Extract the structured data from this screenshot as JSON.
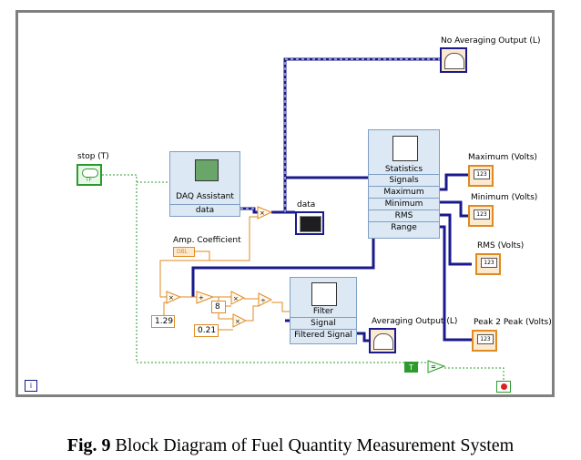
{
  "caption": {
    "prefix": "Fig. 9",
    "text": "Block Diagram of Fuel Quantity Measurement System"
  },
  "stop": {
    "label": "stop (T)",
    "value": "TF"
  },
  "daq": {
    "title": "DAQ Assistant",
    "output": "data"
  },
  "amp": {
    "label": "Amp. Coefficient",
    "type": "DBL"
  },
  "constants": {
    "c129": "1.29",
    "c8": "8",
    "c021": "0.21"
  },
  "graph": {
    "label": "data"
  },
  "statistics": {
    "title": "Statistics",
    "rows": [
      "Signals",
      "Maximum",
      "Minimum",
      "RMS",
      "Range"
    ]
  },
  "filter": {
    "title": "Filter",
    "rows": [
      "Signal",
      "Filtered Signal"
    ]
  },
  "indicators": {
    "no_avg": "No Averaging Output (L)",
    "avg": "Averaging Output (L)",
    "max": "Maximum (Volts)",
    "min": "Minimum (Volts)",
    "rms": "RMS (Volts)",
    "p2p": "Peak 2 Peak (Volts)",
    "num_text": "123"
  },
  "loop_iter": "i",
  "bool_const": "T",
  "colors": {
    "wire_dynamic": "#1a1a8c",
    "wire_numeric": "#e08a22",
    "wire_bool": "#2e9a2e",
    "frame": "#808080",
    "node_fill": "#dce8f4"
  }
}
